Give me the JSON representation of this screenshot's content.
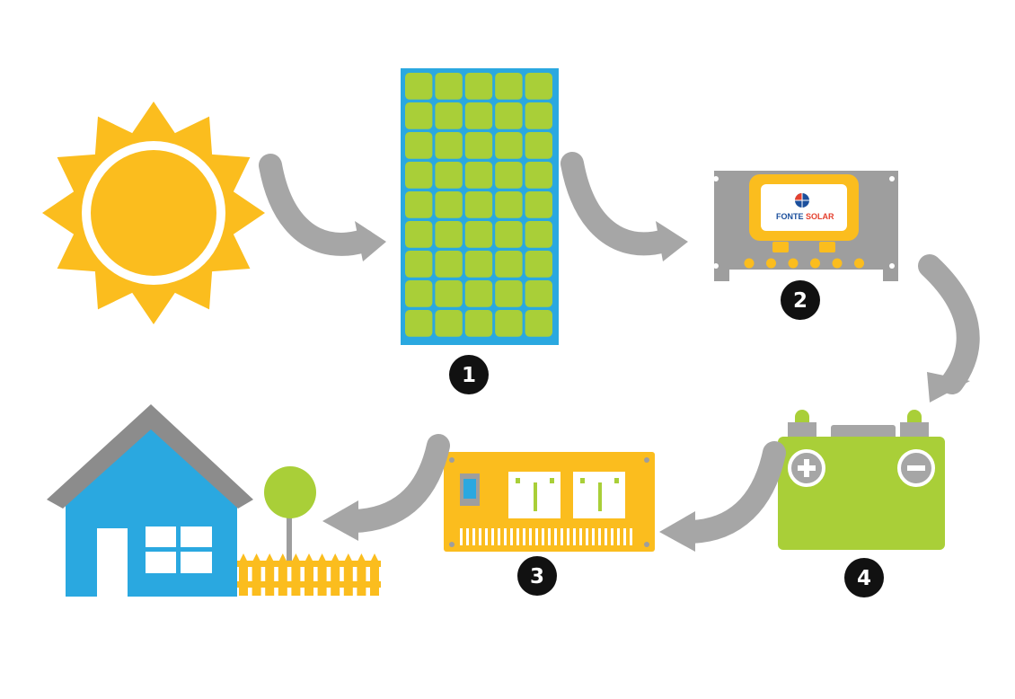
{
  "colors": {
    "sun": "#FBBD1E",
    "panel_frame": "#2AA8E0",
    "cell": "#A9CF38",
    "controller_body": "#9E9E9E",
    "controller_screen": "#FBBD1E",
    "inverter": "#FBBD1E",
    "battery": "#A9CF38",
    "house_wall": "#2AA8E0",
    "house_roof": "#8C8C8C",
    "fence": "#FBBD1E",
    "tree": "#A9CF38",
    "arrow": "#A6A6A6",
    "badge": "#111111"
  },
  "steps": [
    {
      "number": "1"
    },
    {
      "number": "2"
    },
    {
      "number": "3"
    },
    {
      "number": "4"
    }
  ],
  "controller": {
    "logo_word_1": "FONTE",
    "logo_word_2": "SOLAR"
  },
  "battery": {
    "plus_icon": "plus-icon",
    "minus_icon": "minus-icon"
  }
}
